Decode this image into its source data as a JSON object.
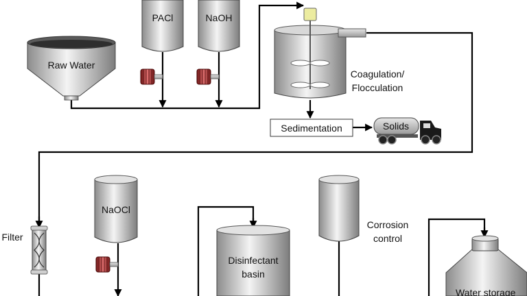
{
  "labels": {
    "pacl": "PACl",
    "naoh": "NaOH",
    "raw_water": "Raw Water",
    "coagulation_1": "Coagulation/",
    "coagulation_2": "Flocculation",
    "sedimentation": "Sedimentation",
    "solids": "Solids",
    "filter": "Filter",
    "naocl": "NaOCl",
    "disinfectant_1": "Disinfectant",
    "disinfectant_2": "basin",
    "corrosion_1": "Corrosion",
    "corrosion_2": "control",
    "water_storage": "Water storage"
  },
  "colors": {
    "tank_metal": "#b8b8b8",
    "pump_red": "#b02828",
    "flow_line": "#000000",
    "mixer_motor": "#ececa0"
  }
}
